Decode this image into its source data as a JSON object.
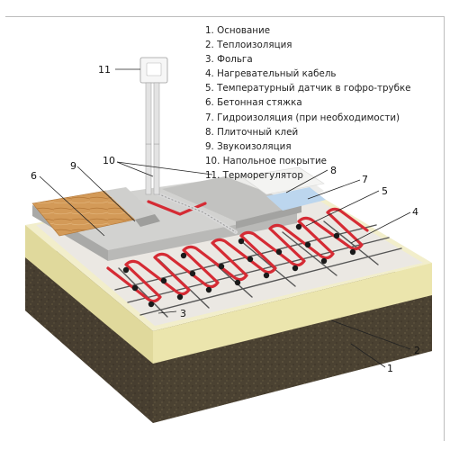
{
  "legend": [
    "1. Основание",
    "2. Теплоизоляция",
    "3. Фольга",
    "4. Нагревательный кабель",
    "5. Температурный датчик в гофро-трубке",
    "6. Бетонная стяжка",
    "7. Гидроизоляция (при необходимости)",
    "8. Плиточный клей",
    "9. Звукоизоляция",
    "10. Напольное покрытие",
    "11. Терморегулятор"
  ],
  "callouts": {
    "n1": "1",
    "n2": "2",
    "n3": "3",
    "n4": "4",
    "n5": "5",
    "n6": "6",
    "n7": "7",
    "n8": "8",
    "n9": "9",
    "n10": "10",
    "n11": "11"
  },
  "colors": {
    "base": "#4e4535",
    "insulation": "#ece7b6",
    "foil": "#e6e3de",
    "screed": "#c9c9c7",
    "cable": "#d52b34",
    "wood": "#d39a58",
    "tile": "#f1f1f1",
    "waterproof": "#bcd6ee"
  }
}
